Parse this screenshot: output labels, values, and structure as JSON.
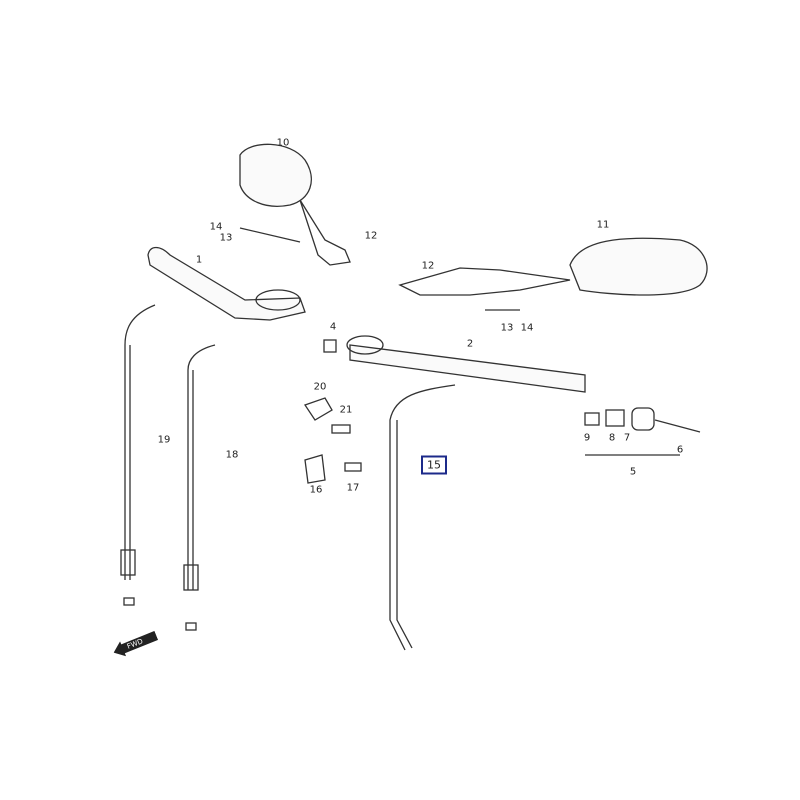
{
  "diagram": {
    "callouts": [
      "10",
      "14",
      "13",
      "12",
      "1",
      "11",
      "12",
      "13",
      "14",
      "4",
      "2",
      "20",
      "21",
      "19",
      "18",
      "15",
      "16",
      "17",
      "9",
      "8",
      "7",
      "6",
      "5"
    ],
    "highlighted_callout": "15",
    "highlight_color": "#1c2a8a",
    "fwd_label": "FWD"
  }
}
